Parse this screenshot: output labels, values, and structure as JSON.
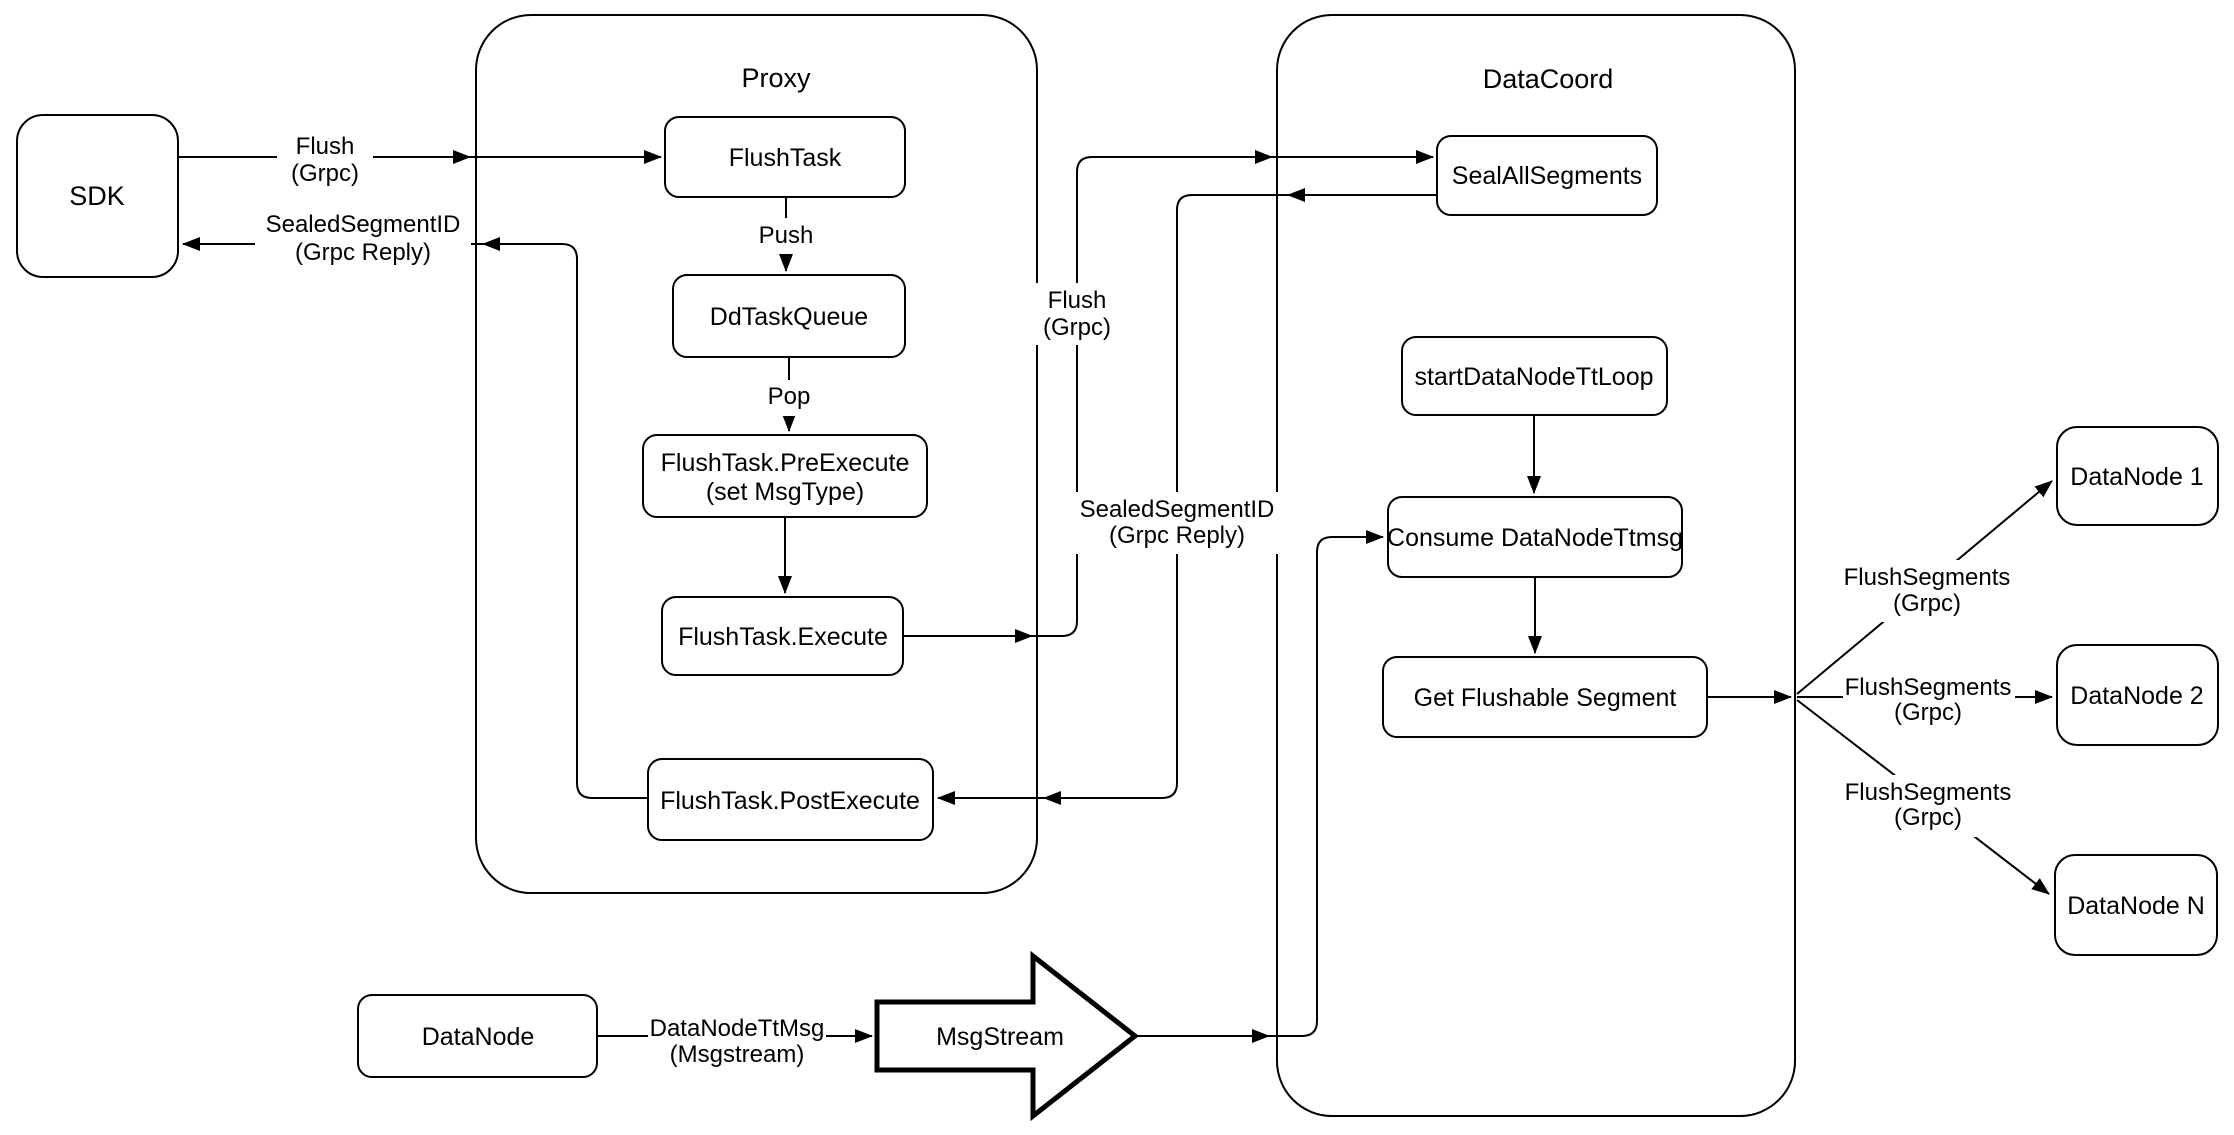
{
  "containers": {
    "proxy": "Proxy",
    "datacoord": "DataCoord"
  },
  "nodes": {
    "sdk": "SDK",
    "flushtask": "FlushTask",
    "ddtaskqueue": "DdTaskQueue",
    "preexecute": [
      "FlushTask.PreExecute",
      "(set MsgType)"
    ],
    "execute": "FlushTask.Execute",
    "postexecute": "FlushTask.PostExecute",
    "sealallsegments": "SealAllSegments",
    "startdatanodettloop": "startDataNodeTtLoop",
    "consumedatanodettmsg": "Consume DataNodeTtmsg",
    "getflushablesegment": "Get Flushable Segment",
    "datanode": "DataNode",
    "msgstream": "MsgStream",
    "datanode1": "DataNode 1",
    "datanode2": "DataNode 2",
    "datanoden": "DataNode N"
  },
  "edge_labels": {
    "sdk_flush": [
      "Flush",
      "(Grpc)"
    ],
    "sdk_reply": [
      "SealedSegmentID",
      "(Grpc Reply)"
    ],
    "push": "Push",
    "pop": "Pop",
    "proxy_flush": [
      "Flush",
      "(Grpc)"
    ],
    "proxy_reply": [
      "SealedSegmentID",
      "(Grpc Reply)"
    ],
    "flushsegments_1": [
      "FlushSegments",
      "(Grpc)"
    ],
    "flushsegments_2": [
      "FlushSegments",
      "(Grpc)"
    ],
    "flushsegments_3": [
      "FlushSegments",
      "(Grpc)"
    ],
    "datanodettmsg": [
      "DataNodeTtMsg",
      "(Msgstream)"
    ]
  },
  "colors": {
    "stroke": "#000000",
    "fill": "#ffffff",
    "background": "#ffffff"
  }
}
